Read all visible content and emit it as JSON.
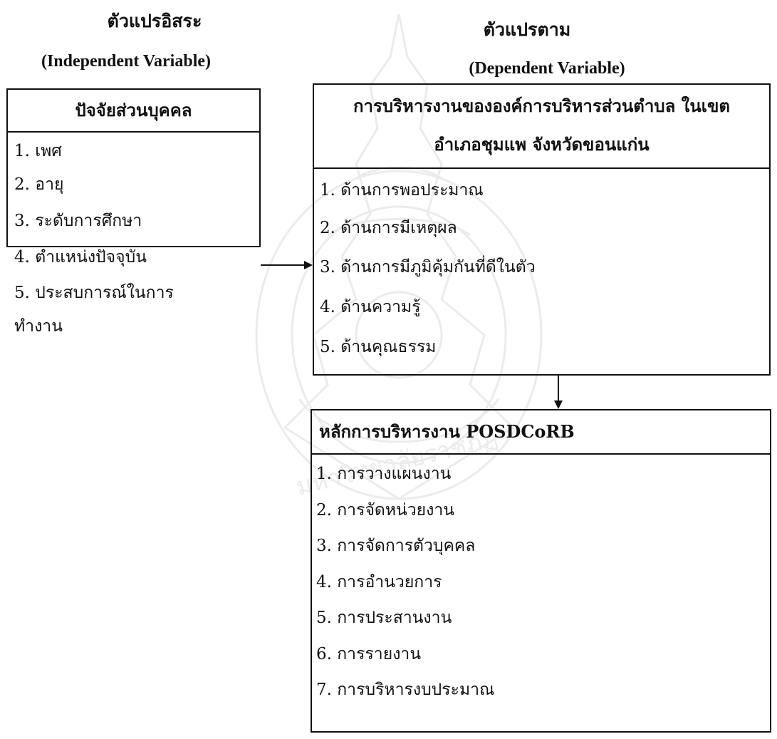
{
  "independent": {
    "title_th": "ตัวแปรอิสระ",
    "title_en": "(Independent Variable)",
    "box_title": "ปัจจัยส่วนบุคคล",
    "items": [
      "1. เพศ",
      "2. อายุ",
      "3. ระดับการศึกษา",
      "4. ตำแหน่งปัจจุบัน",
      "5. ประสบการณ์ในการ",
      "ทำงาน"
    ]
  },
  "dependent": {
    "title_th": "ตัวแปรตาม",
    "title_en": "(Dependent Variable)",
    "box_title_line1": "การบริหารงานขององค์การบริหารส่วนตำบล ในเขต",
    "box_title_line2": "อำเภอชุมแพ จังหวัดขอนแก่น",
    "items": [
      "1. ด้านการพอประมาณ",
      "2. ด้านการมีเหตุผล",
      "3. ด้านการมีภูมิคุ้มกันที่ดีในตัว",
      "4. ด้านความรู้",
      "5. ด้านคุณธรรม"
    ]
  },
  "posdcorb": {
    "box_title": "หลักการบริหารงาน POSDCoRB",
    "items": [
      "1. การวางแผนงาน",
      "2. การจัดหน่วยงาน",
      "3. การจัดการตัวบุคคล",
      "4. การอำนวยการ",
      "5. การประสานงาน",
      "6. การรายงาน",
      "7. การบริหารงบประมาณ"
    ]
  },
  "watermark_text": "มหาวิทยาลัยราชภัฏ",
  "colors": {
    "line": "#111111",
    "watermark": "#8a8a8a"
  }
}
